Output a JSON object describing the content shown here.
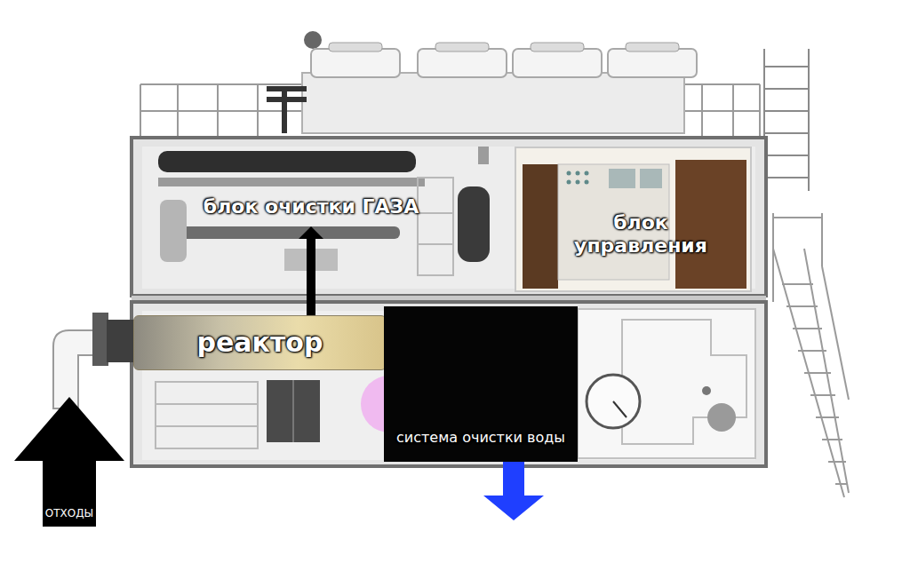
{
  "diagram": {
    "nodes": [
      {
        "text": [
          "блок очистки ГАЗА"
        ]
      },
      {
        "text": [
          "блок управления"
        ]
      },
      {
        "text": [
          "реактор"
        ]
      },
      {
        "text": [
          "система очистки воды"
        ]
      },
      {
        "text": [
          "ОТХОДЫ"
        ]
      }
    ],
    "edges": [
      {
        "from": 2,
        "to": 0,
        "arrow": "to"
      }
    ]
  }
}
